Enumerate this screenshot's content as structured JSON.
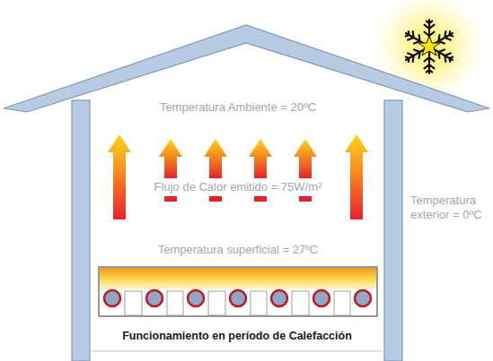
{
  "diagram": {
    "labels": [
      "Temperatura Ambiente = 20ºC",
      "Flujo de Calor emitido = 75W/m²",
      "Temperatura exterior = 0ºC",
      "Temperatura superficial = 27ºC",
      "Funcionamiento en período de Calefacción"
    ]
  }
}
